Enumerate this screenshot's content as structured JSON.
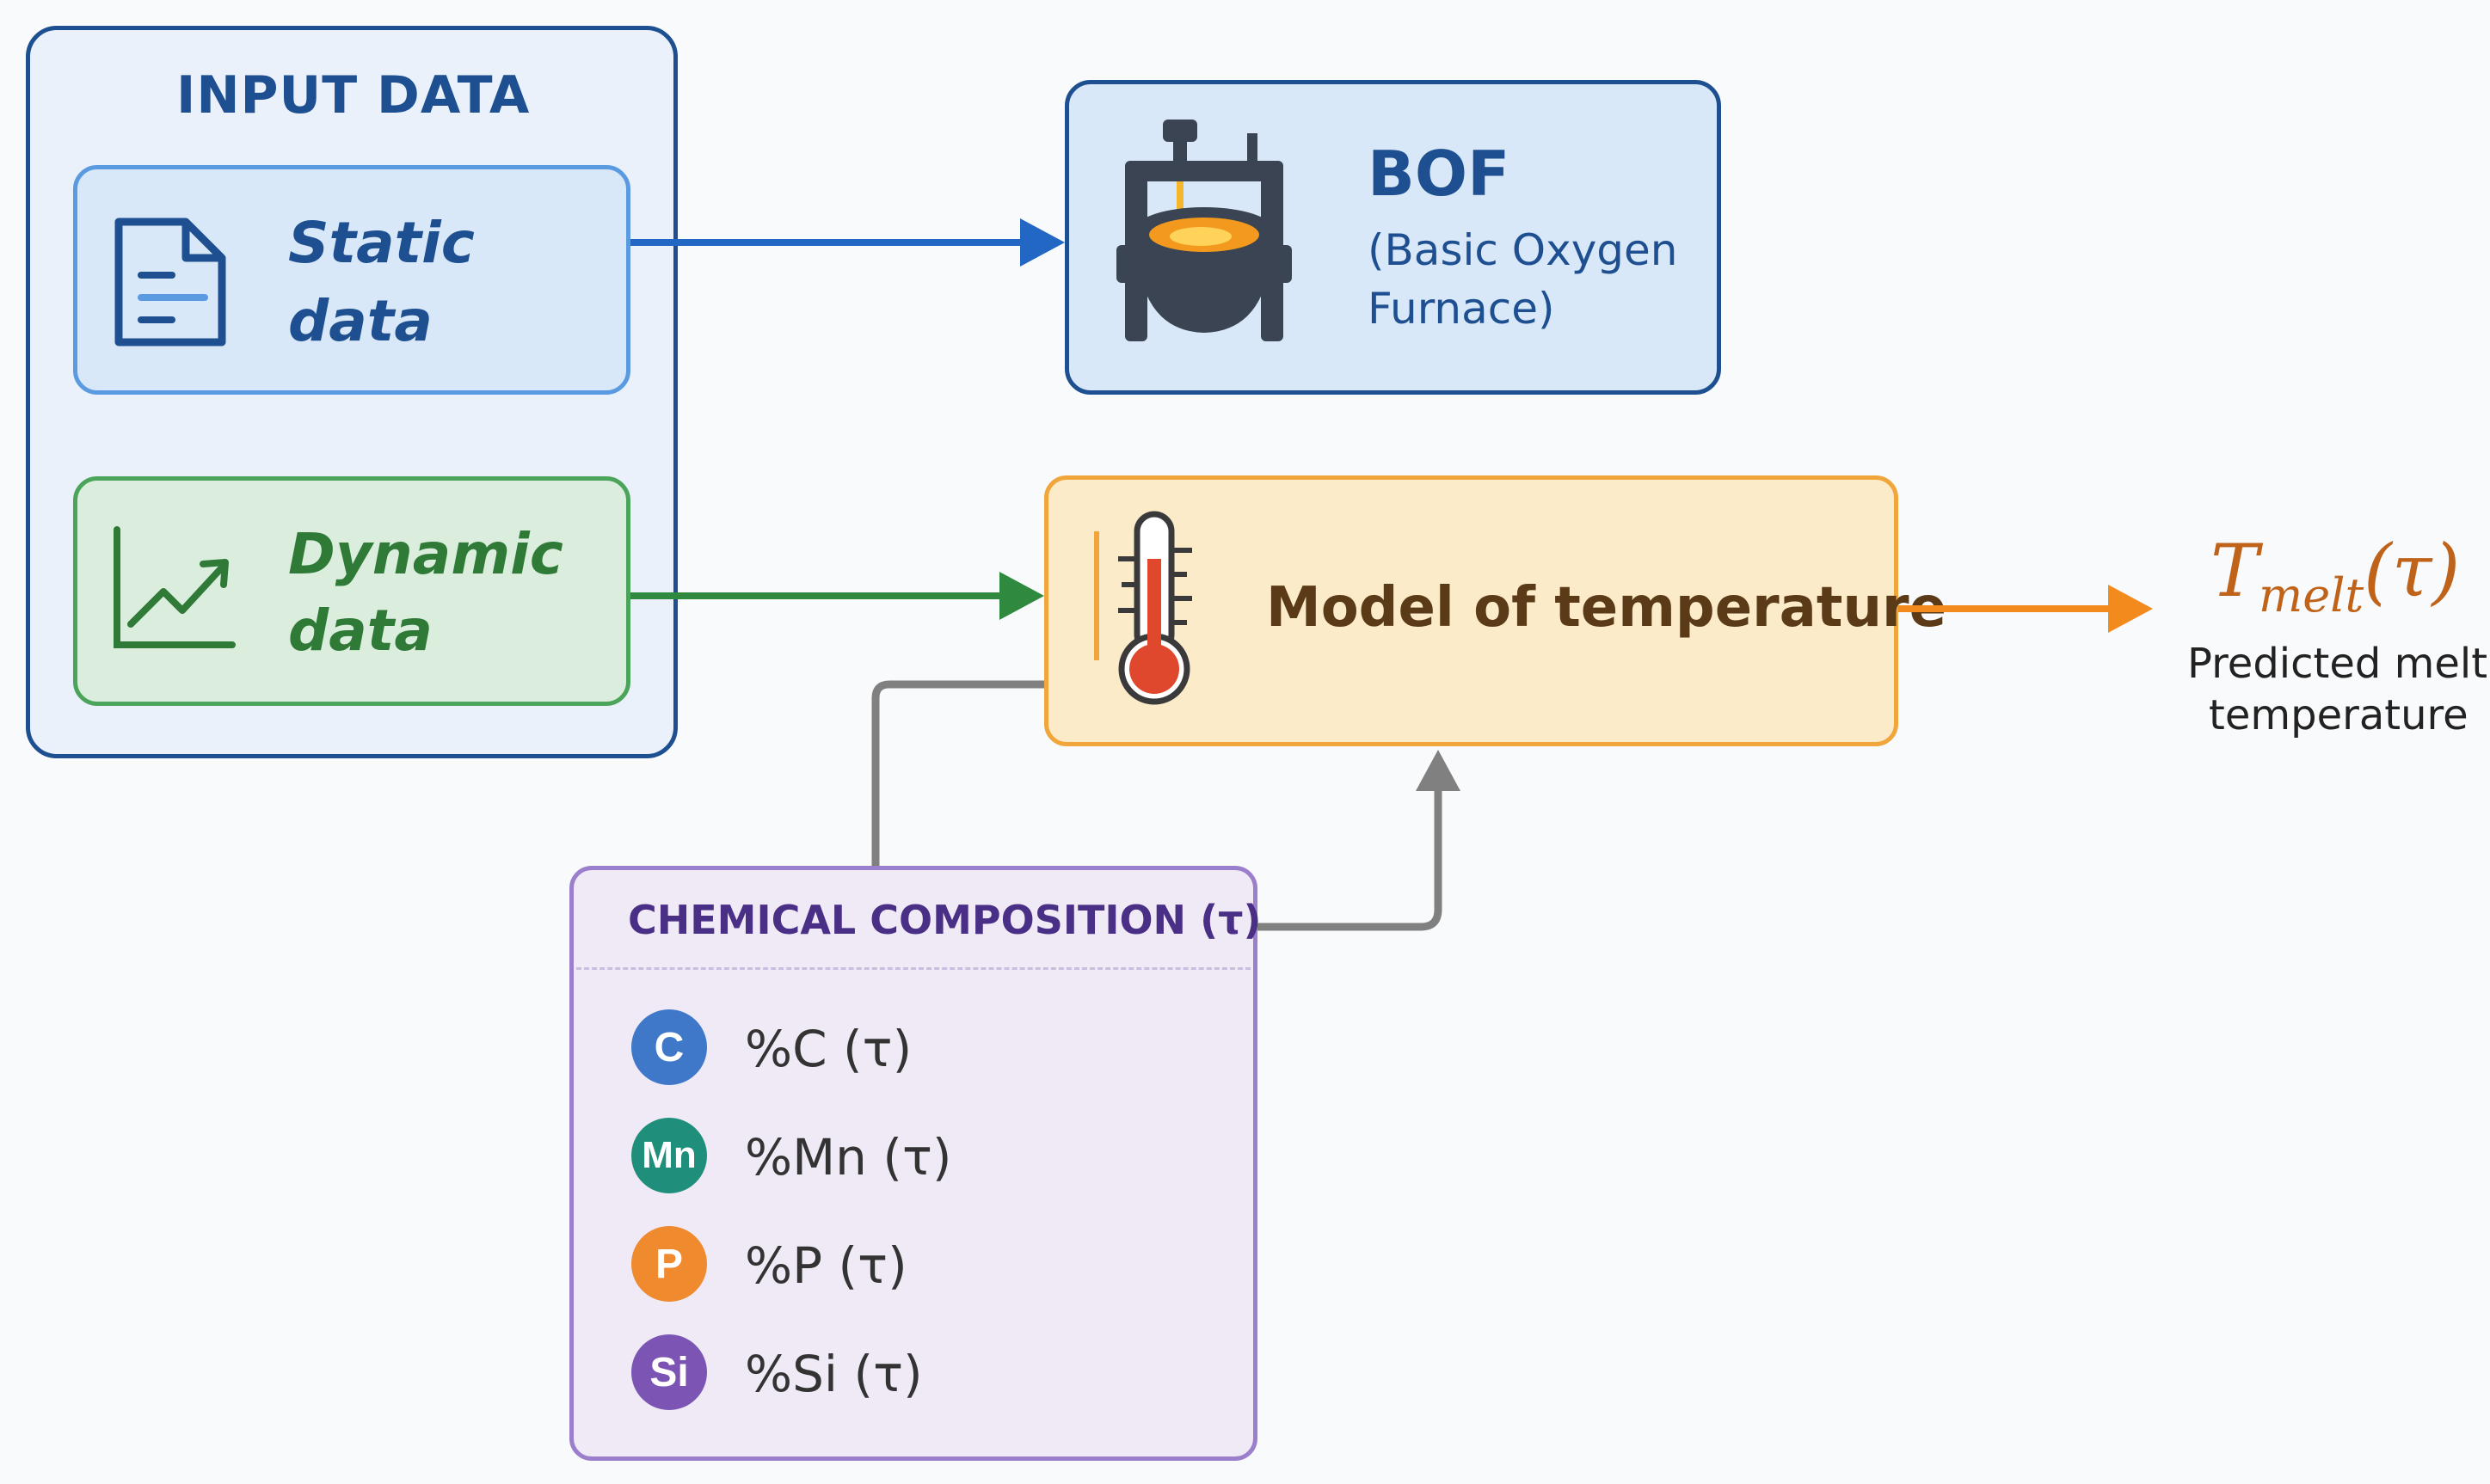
{
  "input": {
    "title": "INPUT DATA",
    "static_line1": "Static",
    "static_line2": "data",
    "dynamic_line1": "Dynamic",
    "dynamic_line2": "data"
  },
  "bof": {
    "title": "BOF",
    "subtitle_line1": "(Basic Oxygen",
    "subtitle_line2": "Furnace)"
  },
  "model": {
    "label": "Model of temperature"
  },
  "output": {
    "symbol_main": "T",
    "symbol_sub": "melt",
    "symbol_arg": "(τ)",
    "caption_line1": "Predicted melt",
    "caption_line2": "temperature"
  },
  "chem": {
    "title": "CHEMICAL COMPOSITION (τ)",
    "elements": [
      {
        "symbol": "C",
        "label": "%C (τ)",
        "color": "#3f78c8"
      },
      {
        "symbol": "Mn",
        "label": "%Mn (τ)",
        "color": "#1f8f7c"
      },
      {
        "symbol": "P",
        "label": "%P (τ)",
        "color": "#ef8a2f"
      },
      {
        "symbol": "Si",
        "label": "%Si (τ)",
        "color": "#7c55b4"
      }
    ]
  },
  "colors": {
    "blue": "#1d4f91",
    "blue_arrow": "#2367c4",
    "green_arrow": "#2f8a3f",
    "orange_arrow": "#f28a1d",
    "gray_arrow": "#808080"
  }
}
